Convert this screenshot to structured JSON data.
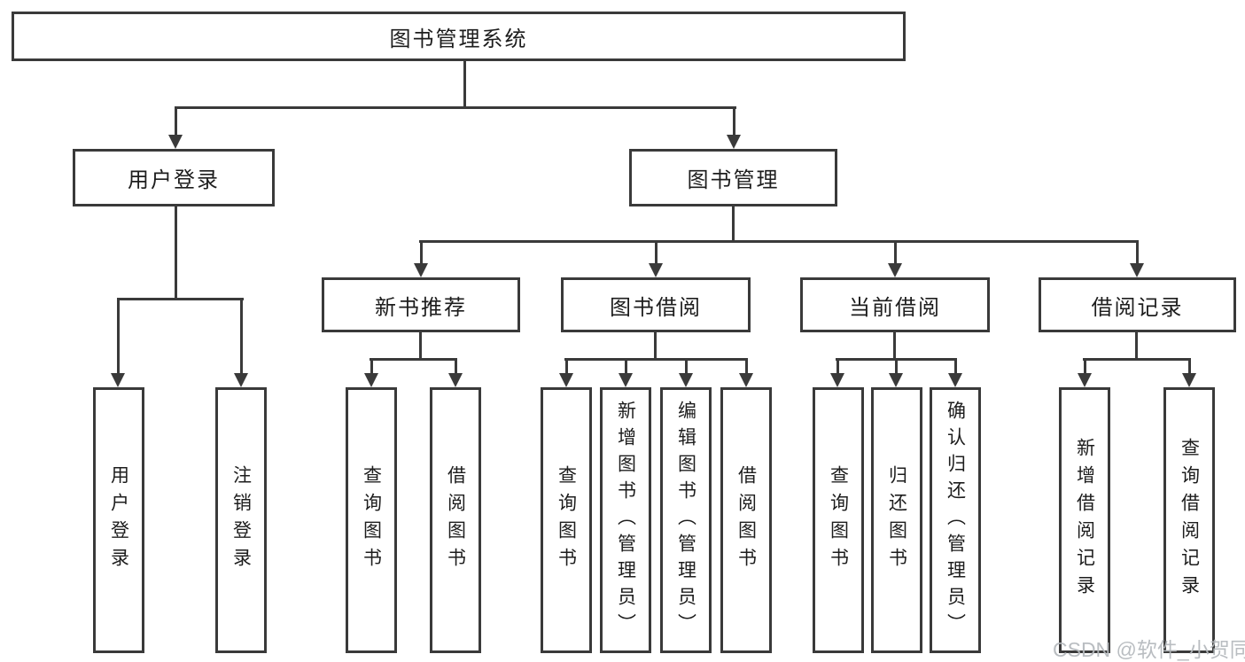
{
  "diagram": {
    "root": {
      "label": "图书管理系统",
      "children": [
        {
          "label": "用户登录",
          "children": [
            {
              "label": "用户登录"
            },
            {
              "label": "注销登录"
            }
          ]
        },
        {
          "label": "图书管理",
          "children": [
            {
              "label": "新书推荐",
              "children": [
                {
                  "label": "查询图书"
                },
                {
                  "label": "借阅图书"
                }
              ]
            },
            {
              "label": "图书借阅",
              "children": [
                {
                  "label": "查询图书"
                },
                {
                  "label": "新增图书（管理员）"
                },
                {
                  "label": "编辑图书（管理员）"
                },
                {
                  "label": "借阅图书"
                }
              ]
            },
            {
              "label": "当前借阅",
              "children": [
                {
                  "label": "查询图书"
                },
                {
                  "label": "归还图书"
                },
                {
                  "label": "确认归还（管理员）"
                }
              ]
            },
            {
              "label": "借阅记录",
              "children": [
                {
                  "label": "新增借阅记录"
                },
                {
                  "label": "查询借阅记录"
                }
              ]
            }
          ]
        }
      ]
    }
  },
  "watermark": {
    "text": "CSDN @软件_小贺同学"
  },
  "colors": {
    "line": "#3a3a3a",
    "text": "#1d1d1d",
    "background": "#ffffff",
    "watermark": "#b4b8bc"
  }
}
